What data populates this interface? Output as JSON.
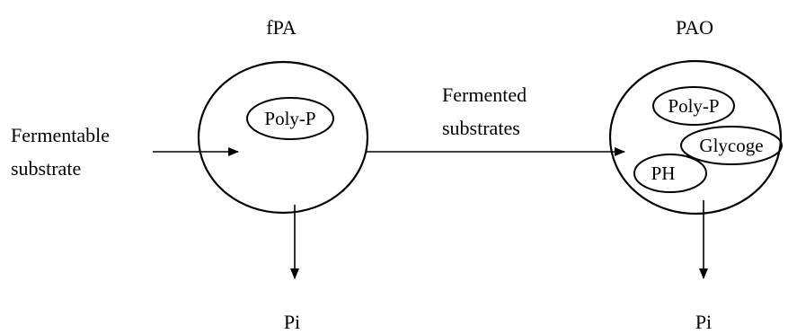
{
  "left_cell": {
    "title": "fPA",
    "inclusion": "Poly-P",
    "output": "Pi"
  },
  "right_cell": {
    "title": "PAO",
    "inclusions": [
      "Poly-P",
      "Glycoge",
      "PH"
    ],
    "output": "Pi"
  },
  "input_label": {
    "line1": "Fermentable",
    "line2": "substrate"
  },
  "transfer_label": {
    "line1": "Fermented",
    "line2": "substrates"
  },
  "colors": {
    "stroke": "#000000",
    "background": "#ffffff"
  }
}
